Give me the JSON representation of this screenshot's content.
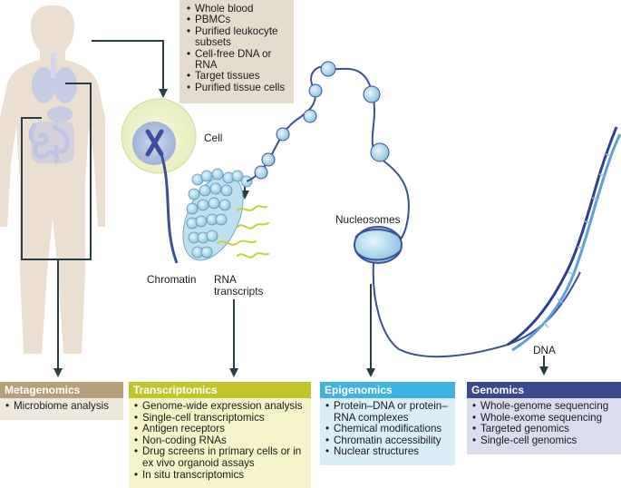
{
  "samples": {
    "items": [
      "Whole blood",
      "PBMCs",
      "Purified leukocyte subsets",
      "Cell-free DNA or RNA",
      "Target tissues",
      "Purified tissue cells"
    ]
  },
  "labels": {
    "cell": "Cell",
    "chromatin": "Chromatin",
    "rna_transcripts_1": "RNA",
    "rna_transcripts_2": "transcripts",
    "nucleosomes": "Nucleosomes",
    "dna": "DNA"
  },
  "panels": {
    "metagenomics": {
      "title": "Metagenomics",
      "color": "#b89e7a",
      "bg": "#efe8dc",
      "items": [
        "Microbiome analysis"
      ]
    },
    "transcriptomics": {
      "title": "Transcriptomics",
      "color": "#c1c42b",
      "bg": "#f4f3c9",
      "items": [
        "Genome-wide expression analysis",
        "Single-cell transcriptomics",
        "Antigen receptors",
        "Non-coding RNAs",
        "Drug screens in primary cells or in ex vivo organoid assays",
        "In situ transcriptomics"
      ]
    },
    "epigenomics": {
      "title": "Epigenomics",
      "color": "#3fb3e0",
      "bg": "#d9eef8",
      "items": [
        "Protein–DNA or protein–RNA complexes",
        "Chemical modifications",
        "Chromatin accessibility",
        "Nuclear structures"
      ]
    },
    "genomics": {
      "title": "Genomics",
      "color": "#3a4a8c",
      "bg": "#dcdcef",
      "items": [
        "Whole-genome sequencing",
        "Whole-exome sequencing",
        "Targeted genomics",
        "Single-cell genomics"
      ]
    }
  }
}
